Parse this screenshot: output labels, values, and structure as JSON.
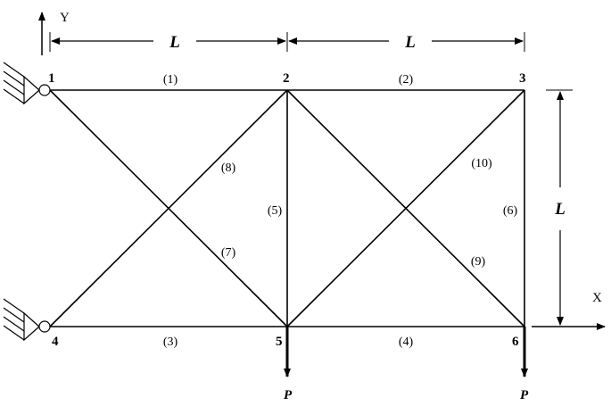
{
  "axes": {
    "y_label": "Y",
    "x_label": "X"
  },
  "dimensions": {
    "top_left_span": "L",
    "top_right_span": "L",
    "height": "L"
  },
  "nodes": {
    "n1": "1",
    "n2": "2",
    "n3": "3",
    "n4": "4",
    "n5": "5",
    "n6": "6"
  },
  "members": {
    "m1": "(1)",
    "m2": "(2)",
    "m3": "(3)",
    "m4": "(4)",
    "m5": "(5)",
    "m6": "(6)",
    "m7": "(7)",
    "m8": "(8)",
    "m9": "(9)",
    "m10": "(10)"
  },
  "loads": {
    "p5": "P",
    "p6": "P"
  }
}
